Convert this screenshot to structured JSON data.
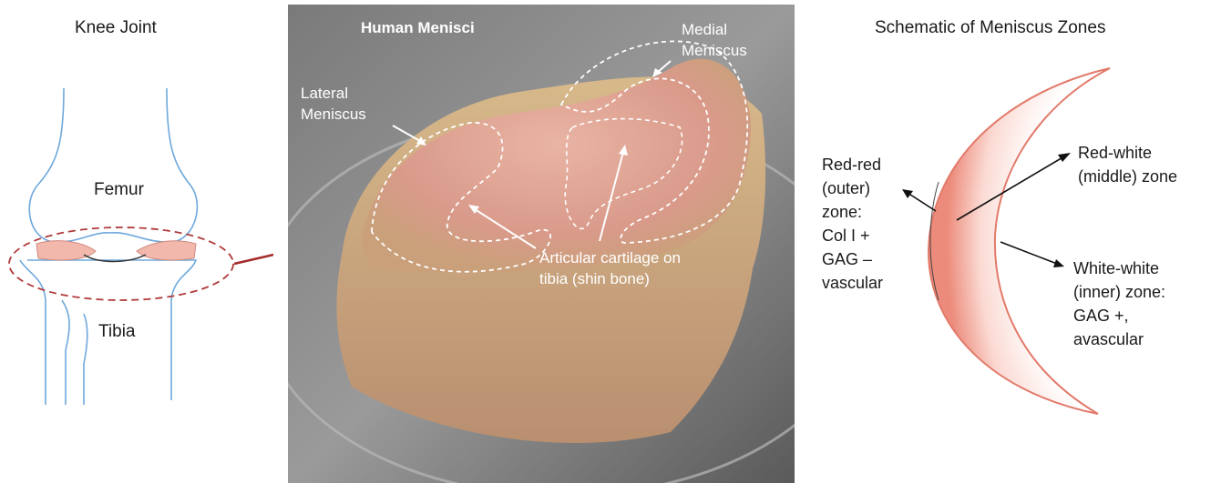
{
  "knee": {
    "title": "Knee Joint",
    "femur": "Femur",
    "tibia": "Tibia"
  },
  "photo": {
    "title": "Human Menisci",
    "medial": "Medial\nMeniscus",
    "lateral": "Lateral\nMeniscus",
    "cartilage": "Articular cartilage on\ntibia (shin bone)"
  },
  "schematic": {
    "title": "Schematic of Meniscus Zones",
    "red_red": "Red-red\n(outer)\nzone:\nCol I +\nGAG –\nvascular",
    "red_white": "Red-white\n(middle) zone",
    "white_white": "White-white\n(inner) zone:\nGAG +,\navascular"
  },
  "colors": {
    "bone_outline": "#6fa8dc",
    "dashed_circle": "#b03a3a",
    "arrow": "#a52a2a",
    "meniscus": "#f2b8ac",
    "photo_bg": "#6e6e6e"
  }
}
